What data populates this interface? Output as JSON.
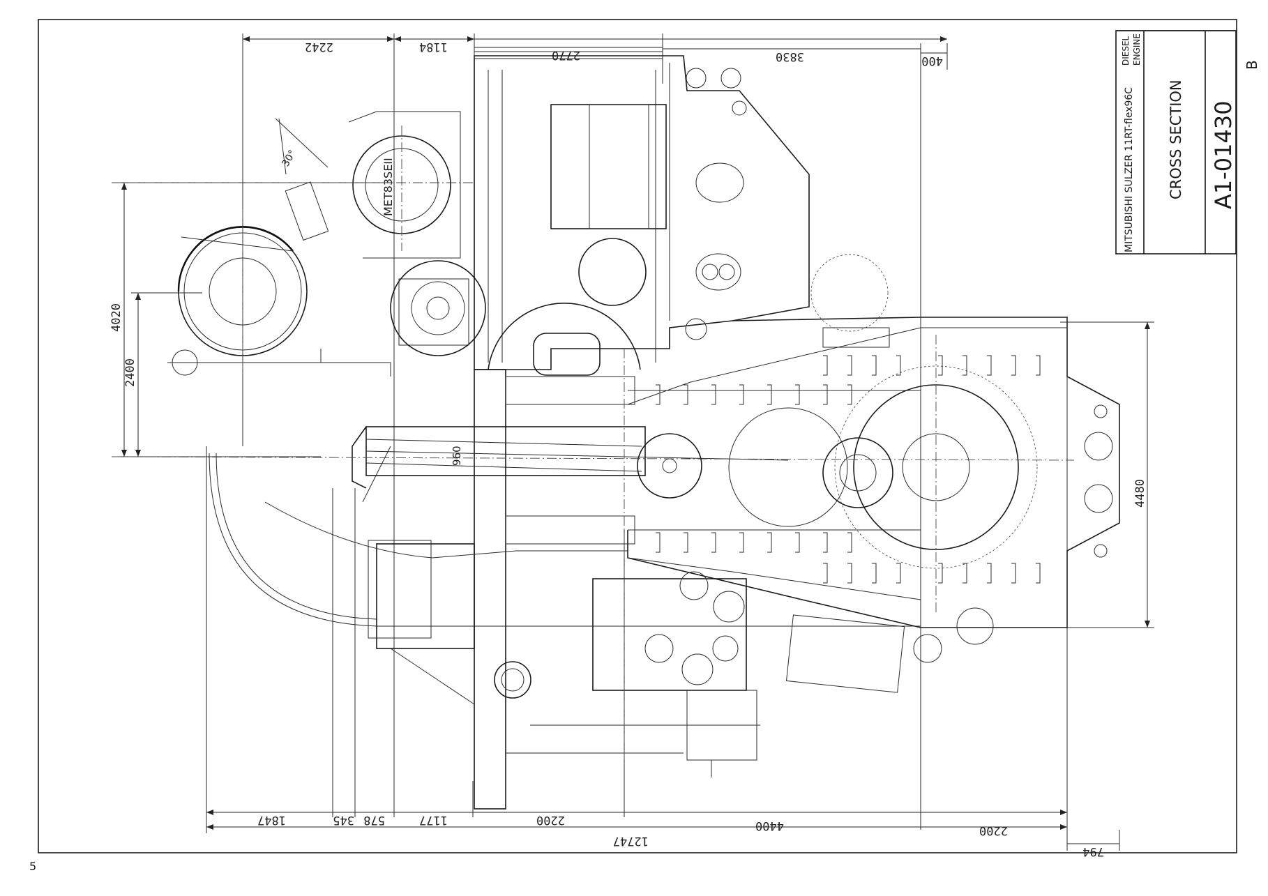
{
  "title_block": {
    "engine_name": "MITSUBISHI SULZER 11RT-flex96C",
    "engine_type_line1": "DIESEL",
    "engine_type_line2": "ENGINE",
    "view": "CROSS SECTION",
    "drawing_number": "A1-01430",
    "revision_mark": "B"
  },
  "page_number": "5",
  "turbocharger_label": "MET83SEII",
  "angle_label": "30°",
  "bore_label": "960",
  "dimensions": {
    "top": [
      "2242",
      "1184",
      "2770",
      "3830",
      "400"
    ],
    "bottom_row1": [
      "1847",
      "345",
      "578",
      "1177",
      "2200",
      "4400",
      "2200"
    ],
    "bottom_total": "12747",
    "bottom_extra": "794",
    "left": [
      "4020",
      "2400"
    ],
    "right": "4480"
  }
}
